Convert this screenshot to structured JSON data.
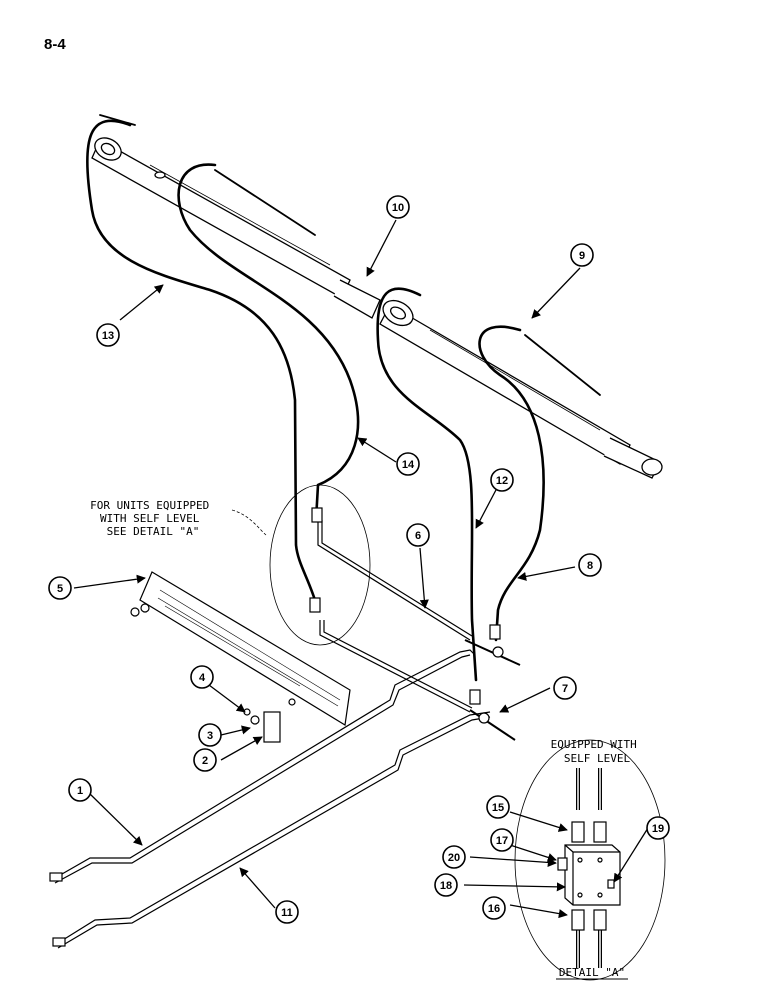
{
  "page_number": "8-4",
  "note_self_level": [
    "FOR UNITS EQUIPPED",
    "WITH SELF LEVEL",
    "SEE DETAIL \"A\""
  ],
  "detail": {
    "heading": [
      "EQUIPPED WITH",
      "SELF LEVEL"
    ],
    "label": "DETAIL \"A\""
  },
  "callouts": [
    "1",
    "2",
    "3",
    "4",
    "5",
    "6",
    "7",
    "8",
    "9",
    "10",
    "11",
    "12",
    "13",
    "14",
    "15",
    "16",
    "17",
    "18",
    "19",
    "20"
  ]
}
